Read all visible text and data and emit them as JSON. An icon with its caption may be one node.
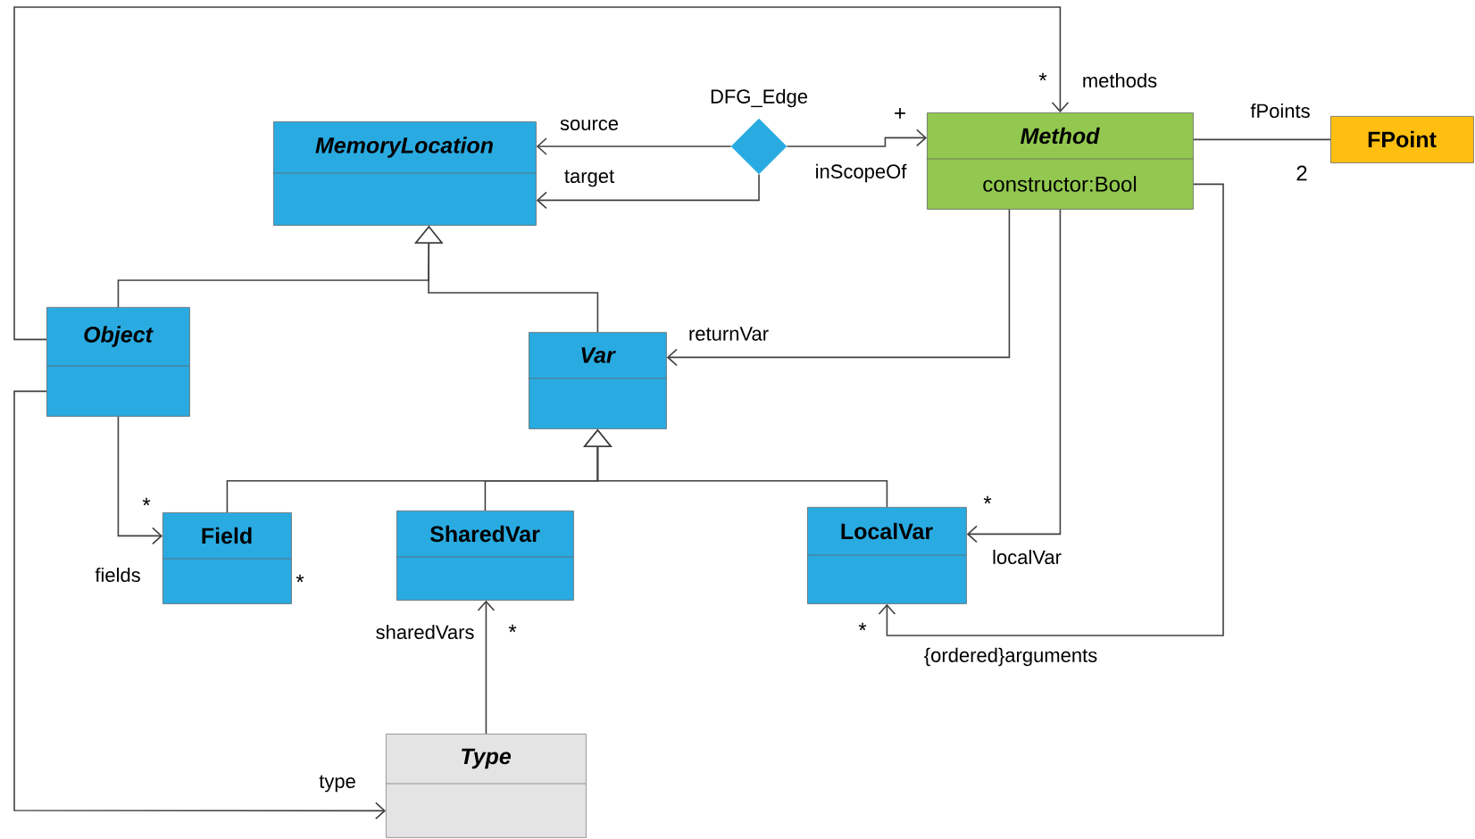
{
  "diagram": {
    "nodes": [
      {
        "text": [
          "MemoryLocation"
        ]
      },
      {
        "text": [
          "DFG_Edge"
        ]
      },
      {
        "text": [
          "Method",
          "constructor:Bool"
        ]
      },
      {
        "text": [
          "FPoint"
        ]
      },
      {
        "text": [
          "Object"
        ]
      },
      {
        "text": [
          "Var"
        ]
      },
      {
        "text": [
          "Field"
        ]
      },
      {
        "text": [
          "SharedVar"
        ]
      },
      {
        "text": [
          "LocalVar"
        ]
      },
      {
        "text": [
          "Type"
        ]
      }
    ],
    "edges": [
      {
        "from": 4,
        "to": 0,
        "arrow": "to"
      },
      {
        "from": 5,
        "to": 0,
        "arrow": "to"
      },
      {
        "from": 1,
        "to": 0,
        "arrow": "to",
        "label": "source"
      },
      {
        "from": 1,
        "to": 0,
        "arrow": "to",
        "label": "target"
      },
      {
        "from": 1,
        "to": 2,
        "arrow": "to",
        "label": "inScopeOf"
      },
      {
        "from": 4,
        "to": 2,
        "arrow": "to",
        "label": "methods"
      },
      {
        "from": 2,
        "to": 3,
        "arrow": "none",
        "label": "fPoints"
      },
      {
        "from": 2,
        "to": 5,
        "arrow": "to",
        "label": "returnVar"
      },
      {
        "from": 2,
        "to": 8,
        "arrow": "to",
        "label": "localVar"
      },
      {
        "from": 2,
        "to": 8,
        "arrow": "to",
        "label": "{ordered}arguments"
      },
      {
        "from": 4,
        "to": 6,
        "arrow": "to",
        "label": "fields"
      },
      {
        "from": 9,
        "to": 7,
        "arrow": "to",
        "label": "sharedVars"
      },
      {
        "from": 4,
        "to": 9,
        "arrow": "to",
        "label": "type"
      },
      {
        "from": 6,
        "to": 5,
        "arrow": "to"
      },
      {
        "from": 7,
        "to": 5,
        "arrow": "to"
      },
      {
        "from": 8,
        "to": 5,
        "arrow": "to"
      }
    ],
    "labels": [
      "*",
      "+",
      "2",
      "*",
      "*",
      "*",
      "*",
      "*"
    ]
  }
}
